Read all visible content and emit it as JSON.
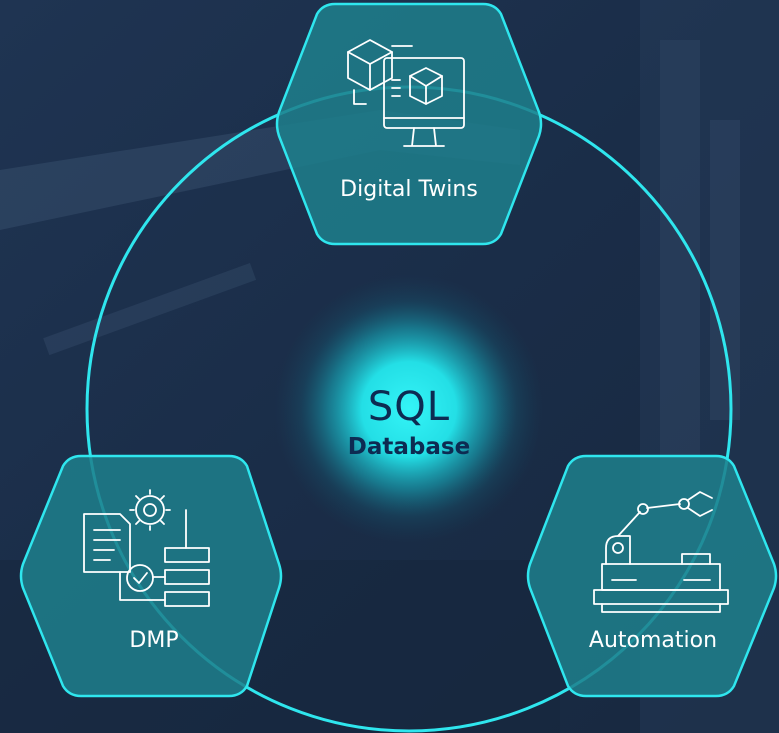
{
  "center": {
    "title": "SQL",
    "subtitle": "Database"
  },
  "nodes": [
    {
      "label": "Digital Twins",
      "icon": "digital-twin-icon"
    },
    {
      "label": "DMP",
      "icon": "data-management-icon"
    },
    {
      "label": "Automation",
      "icon": "robotic-arm-icon"
    }
  ],
  "colors": {
    "accent": "#2fe6ee",
    "hex_fill": "#1e7f8c",
    "glow": "#27f0f4",
    "background": "#1b2e47",
    "center_text": "#0d2b52"
  }
}
